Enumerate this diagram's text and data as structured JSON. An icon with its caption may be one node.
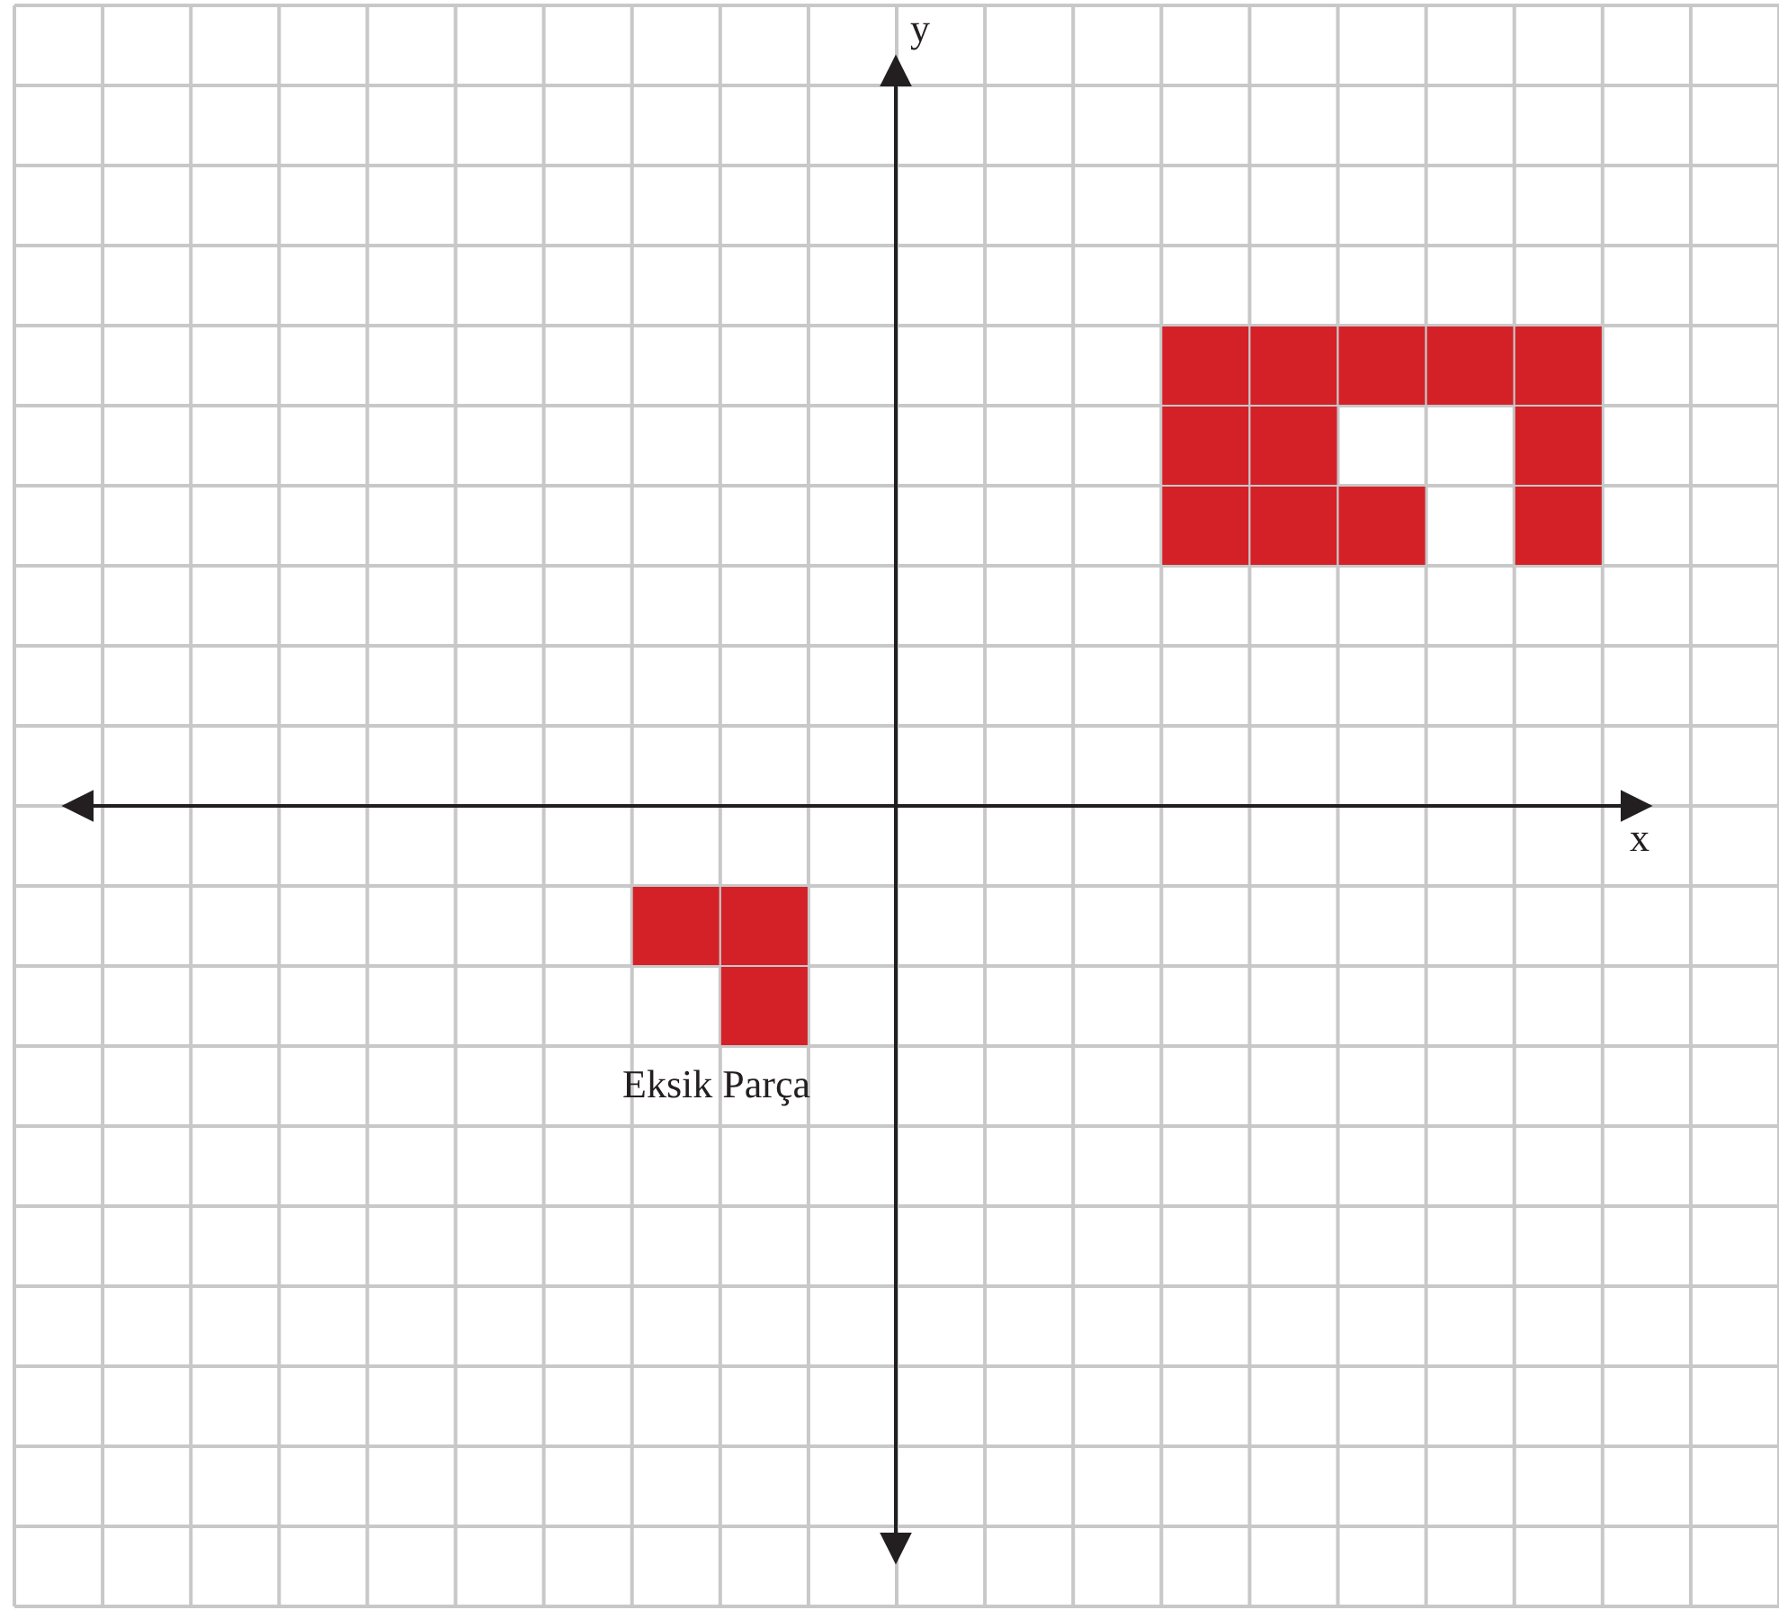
{
  "diagram": {
    "labels": [
      "y",
      "x",
      "Eksik Parça"
    ]
  }
}
